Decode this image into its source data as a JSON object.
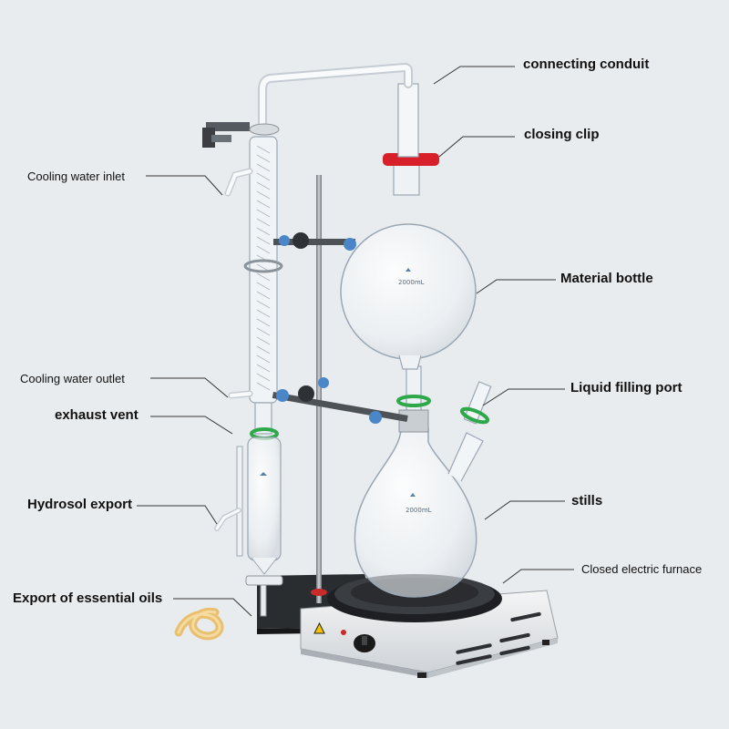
{
  "labels": {
    "connecting_conduit": "connecting conduit",
    "closing_clip": "closing clip",
    "cooling_water_inlet": "Cooling water inlet",
    "material_bottle": "Material bottle",
    "cooling_water_outlet": "Cooling water outlet",
    "liquid_filling_port": "Liquid filling port",
    "exhaust_vent": "exhaust vent",
    "hydrosol_export": "Hydrosol export",
    "stills": "stills",
    "closed_electric_furnace": "Closed electric furnace",
    "export_of_essential_oils": "Export of essential oils"
  },
  "flask_marks": {
    "material_bottle_volume": "2000mL",
    "still_volume": "2000mL"
  },
  "colors": {
    "background": "#e9ecef",
    "glass_stroke": "#9aa7b3",
    "clip_red": "#d8202a",
    "clip_green": "#2ea84a",
    "knob_blue": "#4a86c8",
    "rubber_amber": "#e8c070"
  }
}
